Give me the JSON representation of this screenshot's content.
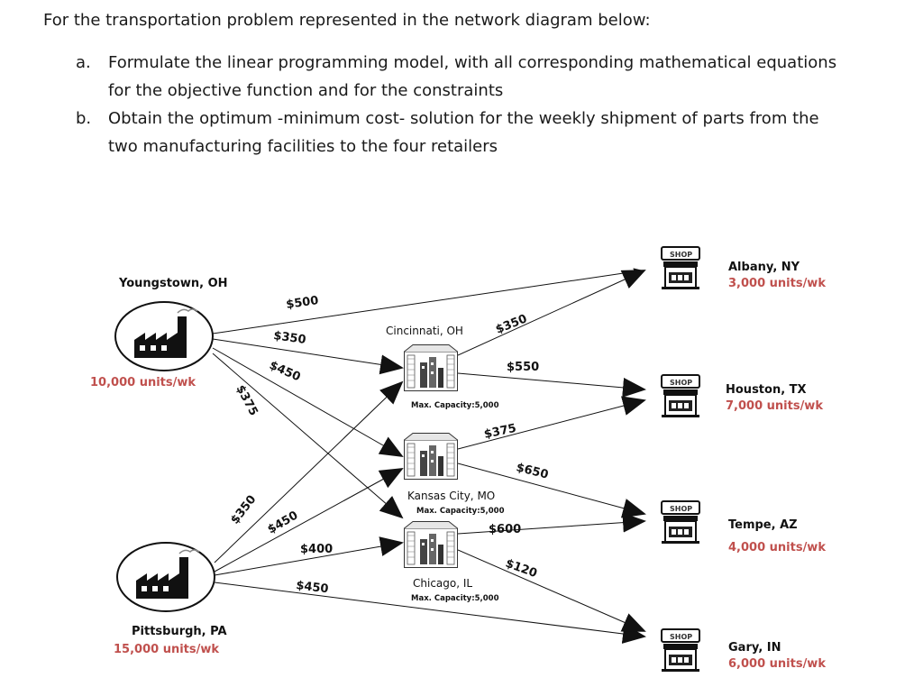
{
  "problem": {
    "intro": "For the transportation problem represented in the network diagram below:",
    "tasks": [
      {
        "letter": "a.",
        "line1": "Formulate the linear programming model, with all corresponding mathematical equations",
        "line2": "for the objective function and for the constraints"
      },
      {
        "letter": "b.",
        "line1": "Obtain the optimum -minimum cost- solution for the weekly shipment of parts from the",
        "line2": "two manufacturing facilities to the four retailers"
      }
    ]
  },
  "plants": [
    {
      "name": "Youngstown, OH",
      "supply": "10,000 units/wk"
    },
    {
      "name": "Pittsburgh, PA",
      "supply": "15,000 units/wk"
    }
  ],
  "warehouses": [
    {
      "name": "Cincinnati, OH",
      "capacity": "Max. Capacity:5,000"
    },
    {
      "name": "Kansas City, MO",
      "capacity": "Max. Capacity:5,000"
    },
    {
      "name": "Chicago, IL",
      "capacity": "Max. Capacity:5,000"
    }
  ],
  "retailers": [
    {
      "name": "Albany, NY",
      "demand": "3,000 units/wk",
      "sign": "SHOP"
    },
    {
      "name": "Houston, TX",
      "demand": "7,000 units/wk",
      "sign": "SHOP"
    },
    {
      "name": "Tempe, AZ",
      "demand": "4,000 units/wk",
      "sign": "SHOP"
    },
    {
      "name": "Gary, IN",
      "demand": "6,000 units/wk",
      "sign": "SHOP"
    }
  ],
  "routes": [
    {
      "from": "Youngstown, OH",
      "to": "Albany, NY",
      "cost": "$500"
    },
    {
      "from": "Youngstown, OH",
      "to": "Cincinnati, OH",
      "cost": "$350"
    },
    {
      "from": "Youngstown, OH",
      "to": "Kansas City, MO",
      "cost": "$450"
    },
    {
      "from": "Youngstown, OH",
      "to": "Chicago, IL",
      "cost": "$375"
    },
    {
      "from": "Pittsburgh, PA",
      "to": "Cincinnati, OH",
      "cost": "$350"
    },
    {
      "from": "Pittsburgh, PA",
      "to": "Kansas City, MO",
      "cost": "$450"
    },
    {
      "from": "Pittsburgh, PA",
      "to": "Chicago, IL",
      "cost": "$400"
    },
    {
      "from": "Pittsburgh, PA",
      "to": "Gary, IN",
      "cost": "$450"
    },
    {
      "from": "Cincinnati, OH",
      "to": "Albany, NY",
      "cost": "$350"
    },
    {
      "from": "Cincinnati, OH",
      "to": "Houston, TX",
      "cost": "$550"
    },
    {
      "from": "Kansas City, MO",
      "to": "Houston, TX",
      "cost": "$375"
    },
    {
      "from": "Kansas City, MO",
      "to": "Tempe, AZ",
      "cost": "$650"
    },
    {
      "from": "Chicago, IL",
      "to": "Tempe, AZ",
      "cost": "$600"
    },
    {
      "from": "Chicago, IL",
      "to": "Gary, IN",
      "cost": "$120"
    }
  ]
}
